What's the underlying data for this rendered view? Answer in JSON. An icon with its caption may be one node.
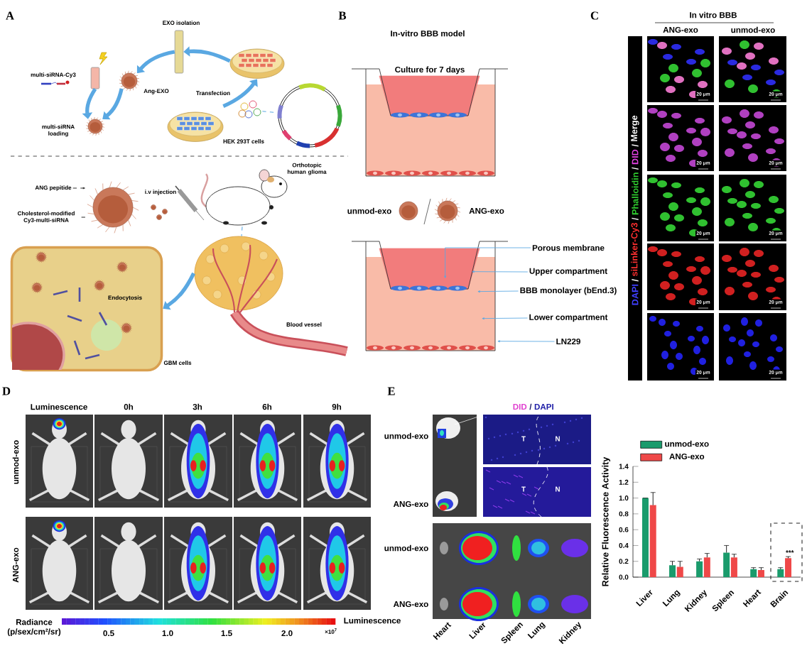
{
  "diagram": {
    "nodes": [
      {
        "text": [
          "EXO isolation"
        ]
      },
      {
        "text": [],
        "shape": "picture"
      },
      {
        "text": [
          "Ang-EXO"
        ]
      },
      {
        "text": [
          "multi-siRNA-Cy3"
        ]
      },
      {
        "text": [
          "multi-siRNA loading"
        ]
      },
      {
        "text": [
          "HEK 293T cells"
        ]
      },
      {
        "text": [],
        "shape": "picture"
      },
      {
        "text": [],
        "shape": "picture"
      },
      {
        "text": [],
        "shape": "picture"
      },
      {
        "text": [
          "ANG pepitide"
        ]
      },
      {
        "text": [
          "Cholesterol-modified Cy3-multi-siRNA"
        ]
      },
      {
        "text": [],
        "shape": "picture",
        "beside": [
          "Orthotopic human glioma"
        ]
      },
      {
        "text": [],
        "shape": "picture",
        "beside": [
          "Blood vessel"
        ]
      },
      {
        "text": [
          "Endocytosis"
        ],
        "beside": [
          "GBM cells"
        ]
      },
      {
        "text": [
          "Culture for 7 days"
        ]
      },
      {
        "text": [
          "unmod-exo"
        ]
      },
      {
        "text": [
          "ANG-exo"
        ]
      },
      {
        "text": [
          "Porous membrane"
        ]
      },
      {
        "text": [
          "Upper compartment"
        ]
      },
      {
        "text": [
          "BBB monolayer (bEnd.3)"
        ]
      },
      {
        "text": [
          "Lower compartment"
        ]
      },
      {
        "text": [
          "LN229"
        ]
      },
      {
        "text": [],
        "shape": "picture"
      }
    ],
    "edges": [
      {
        "from": 1,
        "to": 0,
        "arrow": "to",
        "style": "thick"
      },
      {
        "from": 0,
        "to": 2,
        "arrow": "to",
        "style": "thick"
      },
      {
        "from": 2,
        "to": 4,
        "arrow": "to",
        "style": "thick"
      },
      {
        "from": 3,
        "to": 4,
        "arrow": "to",
        "style": "thick"
      },
      {
        "from": 5,
        "to": 1,
        "arrow": "to",
        "style": "thick",
        "label": "Transfection"
      },
      {
        "from": 6,
        "to": 7,
        "arrow": "none",
        "style": "dashed"
      },
      {
        "from": 9,
        "to": 8,
        "arrow": "to",
        "style": "dashed",
        "color": "#333333"
      },
      {
        "from": 10,
        "to": 8,
        "arrow": "none",
        "style": "dashed",
        "color": "#333333"
      },
      {
        "from": 11,
        "to": 12,
        "arrow": "none",
        "style": "dashed"
      },
      {
        "from": 12,
        "to": 13,
        "arrow": "to",
        "style": "thick"
      },
      {
        "from": 17,
        "to": 22,
        "arrow": "to"
      },
      {
        "from": 18,
        "to": 22,
        "arrow": "to"
      },
      {
        "from": 19,
        "to": 22,
        "arrow": "to"
      },
      {
        "from": 20,
        "to": 22,
        "arrow": "to"
      },
      {
        "from": 21,
        "to": 22,
        "arrow": "to"
      }
    ],
    "labels": [
      "A",
      "B",
      "C",
      "i.v injection",
      "In-vitro BBB model",
      "In vitro BBB",
      "ANG-exo",
      "unmod-exo",
      "DAPI",
      "/",
      "siLinker-Cy3",
      "/",
      "Phalloidin",
      "/",
      "DID",
      "/",
      "Merge",
      "20 μm",
      "20 μm",
      "20 μm",
      "20 μm",
      "20 μm",
      "20 μm",
      "20 μm",
      "20 μm",
      "20 μm",
      "20 μm",
      "D",
      "E",
      "Luminescence",
      "0h",
      "3h",
      "6h",
      "9h",
      "unmod-exo",
      "ANG-exo",
      "Radiance (p/sex/cm²/sr)",
      "0.5",
      "1.0",
      "1.5",
      "2.0",
      "×10$^{7}$",
      "Luminescence",
      "DID",
      "/",
      "DAPI",
      "unmod-exo",
      "ANG-exo",
      "T",
      "N",
      "T",
      "N",
      "unmod-exo",
      "ANG-exo",
      "Heart",
      "Liver",
      "Spleen",
      "Lung",
      "Kidney"
    ],
    "chart_data": {
      "type": "bar",
      "ylabel": "Relative Fluorescence Activity",
      "categories": [
        "Liver",
        "Lung",
        "Kidney",
        "Spleen",
        "Heart",
        "Brain"
      ],
      "series": [
        {
          "name": "unmod-exo",
          "color": "#1a9b6c",
          "values": [
            1.0,
            0.15,
            0.2,
            0.31,
            0.1,
            0.1
          ],
          "errors": [
            0.0,
            0.05,
            0.03,
            0.09,
            0.02,
            0.02
          ]
        },
        {
          "name": "ANG-exo",
          "color": "#ef4848",
          "values": [
            0.91,
            0.13,
            0.25,
            0.25,
            0.09,
            0.24
          ],
          "errors": [
            0.16,
            0.07,
            0.05,
            0.04,
            0.03,
            0.02
          ]
        }
      ],
      "ylim": [
        0,
        1.4
      ],
      "yticks": [
        {
          "value": 0,
          "label": "0.0"
        },
        {
          "value": 0.2,
          "label": "0.2"
        },
        {
          "value": 0.4,
          "label": "0.4"
        },
        {
          "value": 0.6,
          "label": "0.6"
        },
        {
          "value": 0.8,
          "label": "0.8"
        },
        {
          "value": 1.0,
          "label": "1.0"
        },
        {
          "value": 1.2,
          "label": "1.2"
        },
        {
          "value": 1.4,
          "label": "1.4"
        }
      ],
      "legend": "top-left",
      "annotations": [
        "***"
      ]
    }
  }
}
